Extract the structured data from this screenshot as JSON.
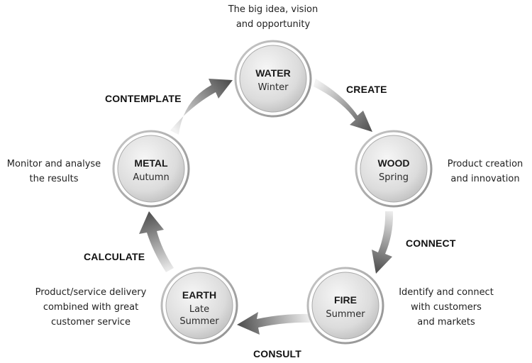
{
  "nodes": {
    "water": {
      "name": "WATER",
      "season": "Winter",
      "description": [
        "The big idea, vision",
        "and opportunity"
      ]
    },
    "wood": {
      "name": "WOOD",
      "season": "Spring",
      "description": [
        "Product creation",
        "and innovation"
      ]
    },
    "fire": {
      "name": "FIRE",
      "season": "Summer",
      "description": [
        "Identify and connect",
        "with customers",
        "and markets"
      ]
    },
    "earth": {
      "name": "EARTH",
      "season_lines": [
        "Late",
        "Summer"
      ],
      "description": [
        "Product/service delivery",
        "combined with great",
        "customer service"
      ]
    },
    "metal": {
      "name": "METAL",
      "season": "Autumn",
      "description": [
        "Monitor and analyse",
        "the results"
      ]
    }
  },
  "arrows": {
    "create": "CREATE",
    "connect": "CONNECT",
    "consult": "CONSULT",
    "calculate": "CALCULATE",
    "contemplate": "CONTEMPLATE"
  },
  "colors": {
    "circle_light": "#f4f4f4",
    "circle_dark": "#b8b8b8",
    "circle_ring": "#9a9a9a",
    "arrow_light": "#f0f0f0",
    "arrow_dark": "#4a4a4a"
  }
}
